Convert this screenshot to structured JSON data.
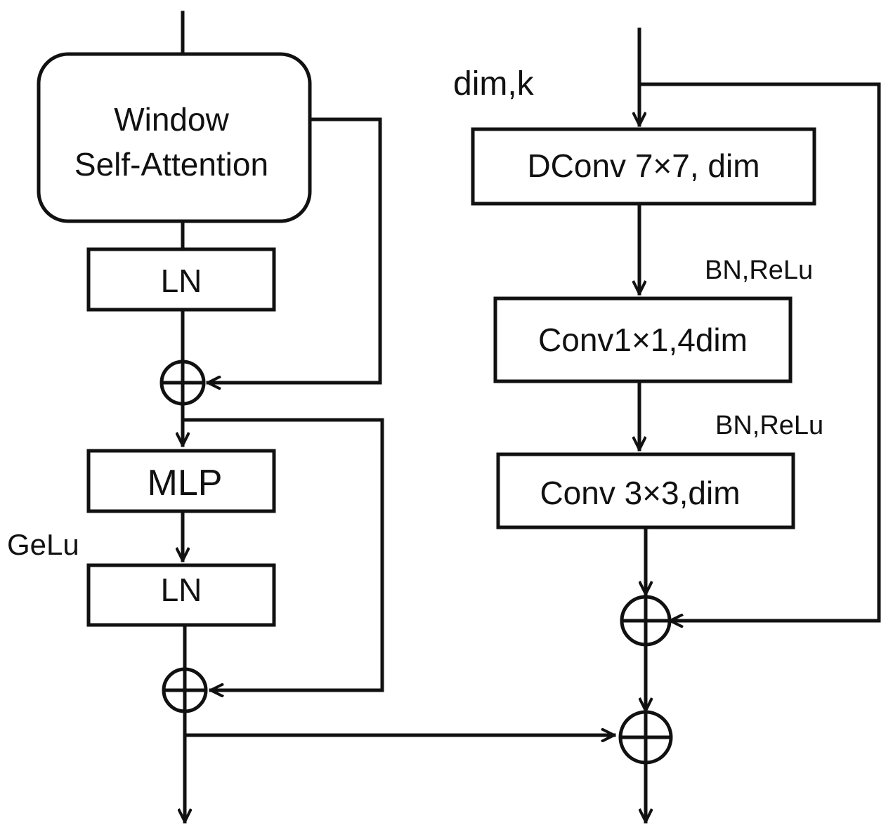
{
  "left_block": {
    "attention_label_line1": "Window",
    "attention_label_line2": "Self-Attention",
    "ln_1": "LN",
    "mlp": "MLP",
    "activation_label": "GeLu",
    "ln_2": "LN"
  },
  "right_block": {
    "input_label": "dim,k",
    "dconv": "DConv 7×7, dim",
    "bn_relu_1": "BN,ReLu",
    "conv1x1": "Conv1×1,4dim",
    "bn_relu_2": "BN,ReLu",
    "conv3x3": "Conv 3×3,dim"
  },
  "colors": {
    "stroke": "#111111",
    "background": "#ffffff"
  }
}
